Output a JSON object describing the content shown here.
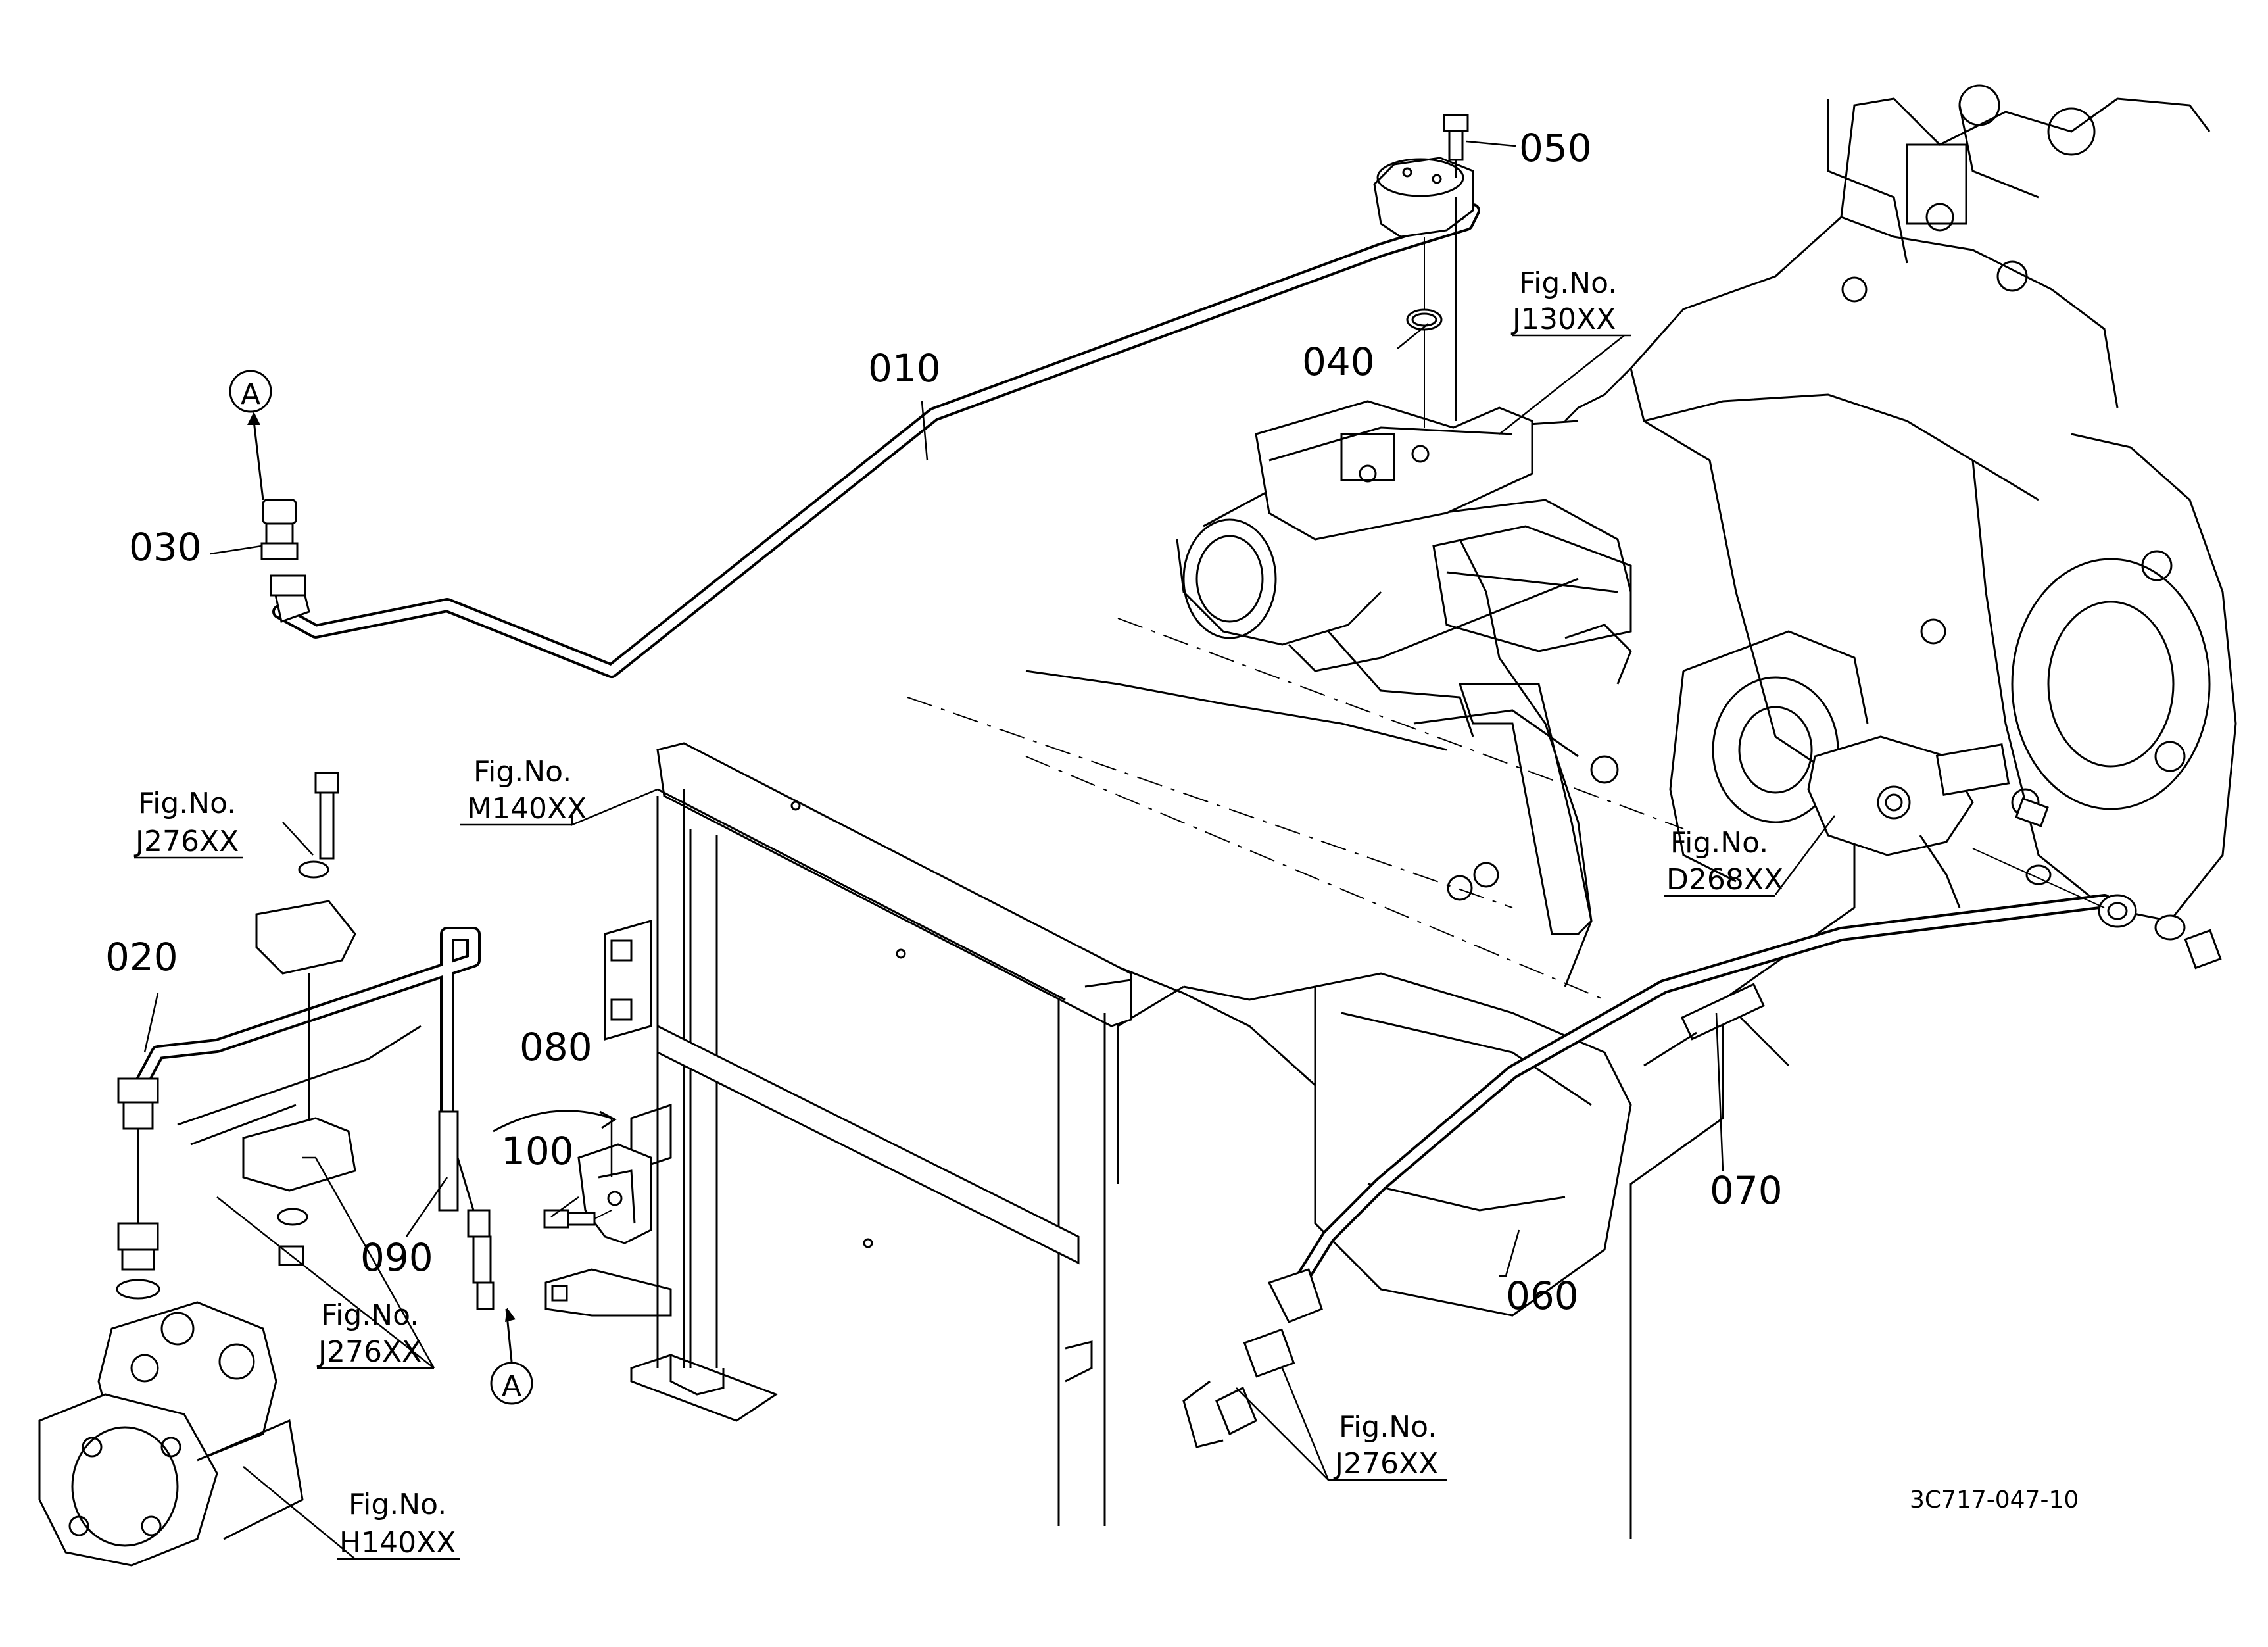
{
  "parts": [
    {
      "key": "p010",
      "number": "010"
    },
    {
      "key": "p020",
      "number": "020"
    },
    {
      "key": "p030",
      "number": "030"
    },
    {
      "key": "p040",
      "number": "040"
    },
    {
      "key": "p050",
      "number": "050"
    },
    {
      "key": "p060",
      "number": "060"
    },
    {
      "key": "p070",
      "number": "070"
    },
    {
      "key": "p080",
      "number": "080"
    },
    {
      "key": "p090",
      "number": "090"
    },
    {
      "key": "p100",
      "number": "100"
    }
  ],
  "labels": {
    "p010": "010",
    "p020": "020",
    "p030": "030",
    "p040": "040",
    "p050": "050",
    "p060": "060",
    "p070": "070",
    "p080": "080",
    "p090": "090",
    "p100": "100"
  },
  "figure_refs": {
    "fig_label": "Fig.No.",
    "j130": "J130XX",
    "m140": "M140XX",
    "j276_top": "J276XX",
    "j276_mid": "J276XX",
    "j276_bottom": "J276XX",
    "h140": "H140XX",
    "d268": "D268XX"
  },
  "connectors": {
    "a_top": "A",
    "a_bottom": "A"
  },
  "drawing_id": "3C717-047-10",
  "icons": [
    "circled-letter-a",
    "arrow-icon"
  ]
}
